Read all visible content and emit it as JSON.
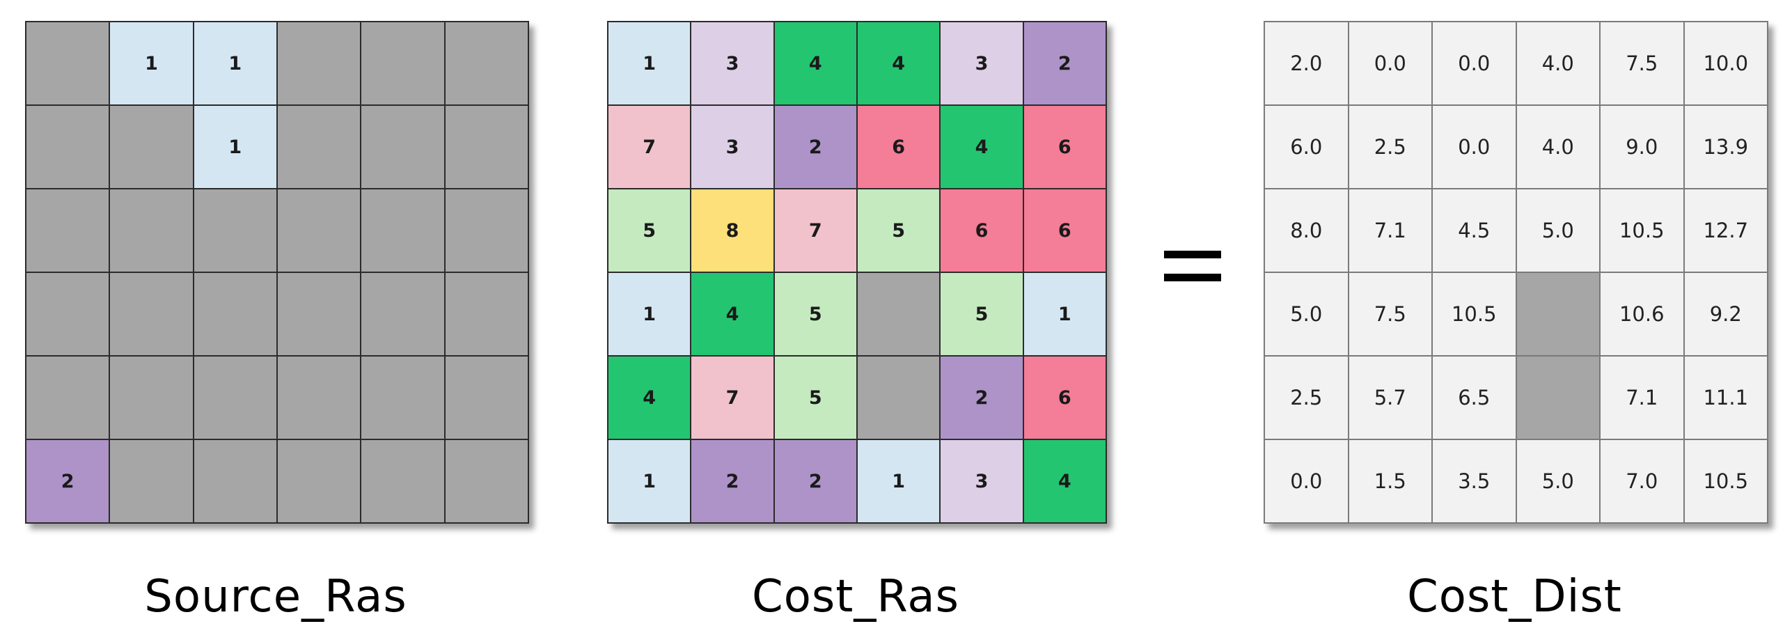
{
  "colors": {
    "nodata": "#a6a6a6",
    "white_cell": "#f2f2f2",
    "c1": "#d5e6f3",
    "c2": "#ad93c8",
    "c3": "#ddcfe6",
    "c4": "#24c571",
    "c5": "#c5eac0",
    "c6": "#f47d97",
    "c7": "#f1c2cc",
    "c8": "#fde07a"
  },
  "source_ras": {
    "label": "Source_Ras",
    "cells": [
      [
        "",
        "1",
        "1",
        "",
        "",
        ""
      ],
      [
        "",
        "",
        "1",
        "",
        "",
        ""
      ],
      [
        "",
        "",
        "",
        "",
        "",
        ""
      ],
      [
        "",
        "",
        "",
        "",
        "",
        ""
      ],
      [
        "",
        "",
        "",
        "",
        "",
        ""
      ],
      [
        "2",
        "",
        "",
        "",
        "",
        ""
      ]
    ]
  },
  "cost_ras": {
    "label": "Cost_Ras",
    "cells": [
      [
        "1",
        "3",
        "4",
        "4",
        "3",
        "2"
      ],
      [
        "7",
        "3",
        "2",
        "6",
        "4",
        "6"
      ],
      [
        "5",
        "8",
        "7",
        "5",
        "6",
        "6"
      ],
      [
        "1",
        "4",
        "5",
        "",
        "5",
        "1"
      ],
      [
        "4",
        "7",
        "5",
        "",
        "2",
        "6"
      ],
      [
        "1",
        "2",
        "2",
        "1",
        "3",
        "4"
      ]
    ]
  },
  "cost_dist": {
    "label": "Cost_Dist",
    "cells": [
      [
        "2.0",
        "0.0",
        "0.0",
        "4.0",
        "7.5",
        "10.0"
      ],
      [
        "6.0",
        "2.5",
        "0.0",
        "4.0",
        "9.0",
        "13.9"
      ],
      [
        "8.0",
        "7.1",
        "4.5",
        "5.0",
        "10.5",
        "12.7"
      ],
      [
        "5.0",
        "7.5",
        "10.5",
        "",
        "10.6",
        "9.2"
      ],
      [
        "2.5",
        "5.7",
        "6.5",
        "",
        "7.1",
        "11.1"
      ],
      [
        "0.0",
        "1.5",
        "3.5",
        "5.0",
        "7.0",
        "10.5"
      ]
    ]
  },
  "operator": "="
}
